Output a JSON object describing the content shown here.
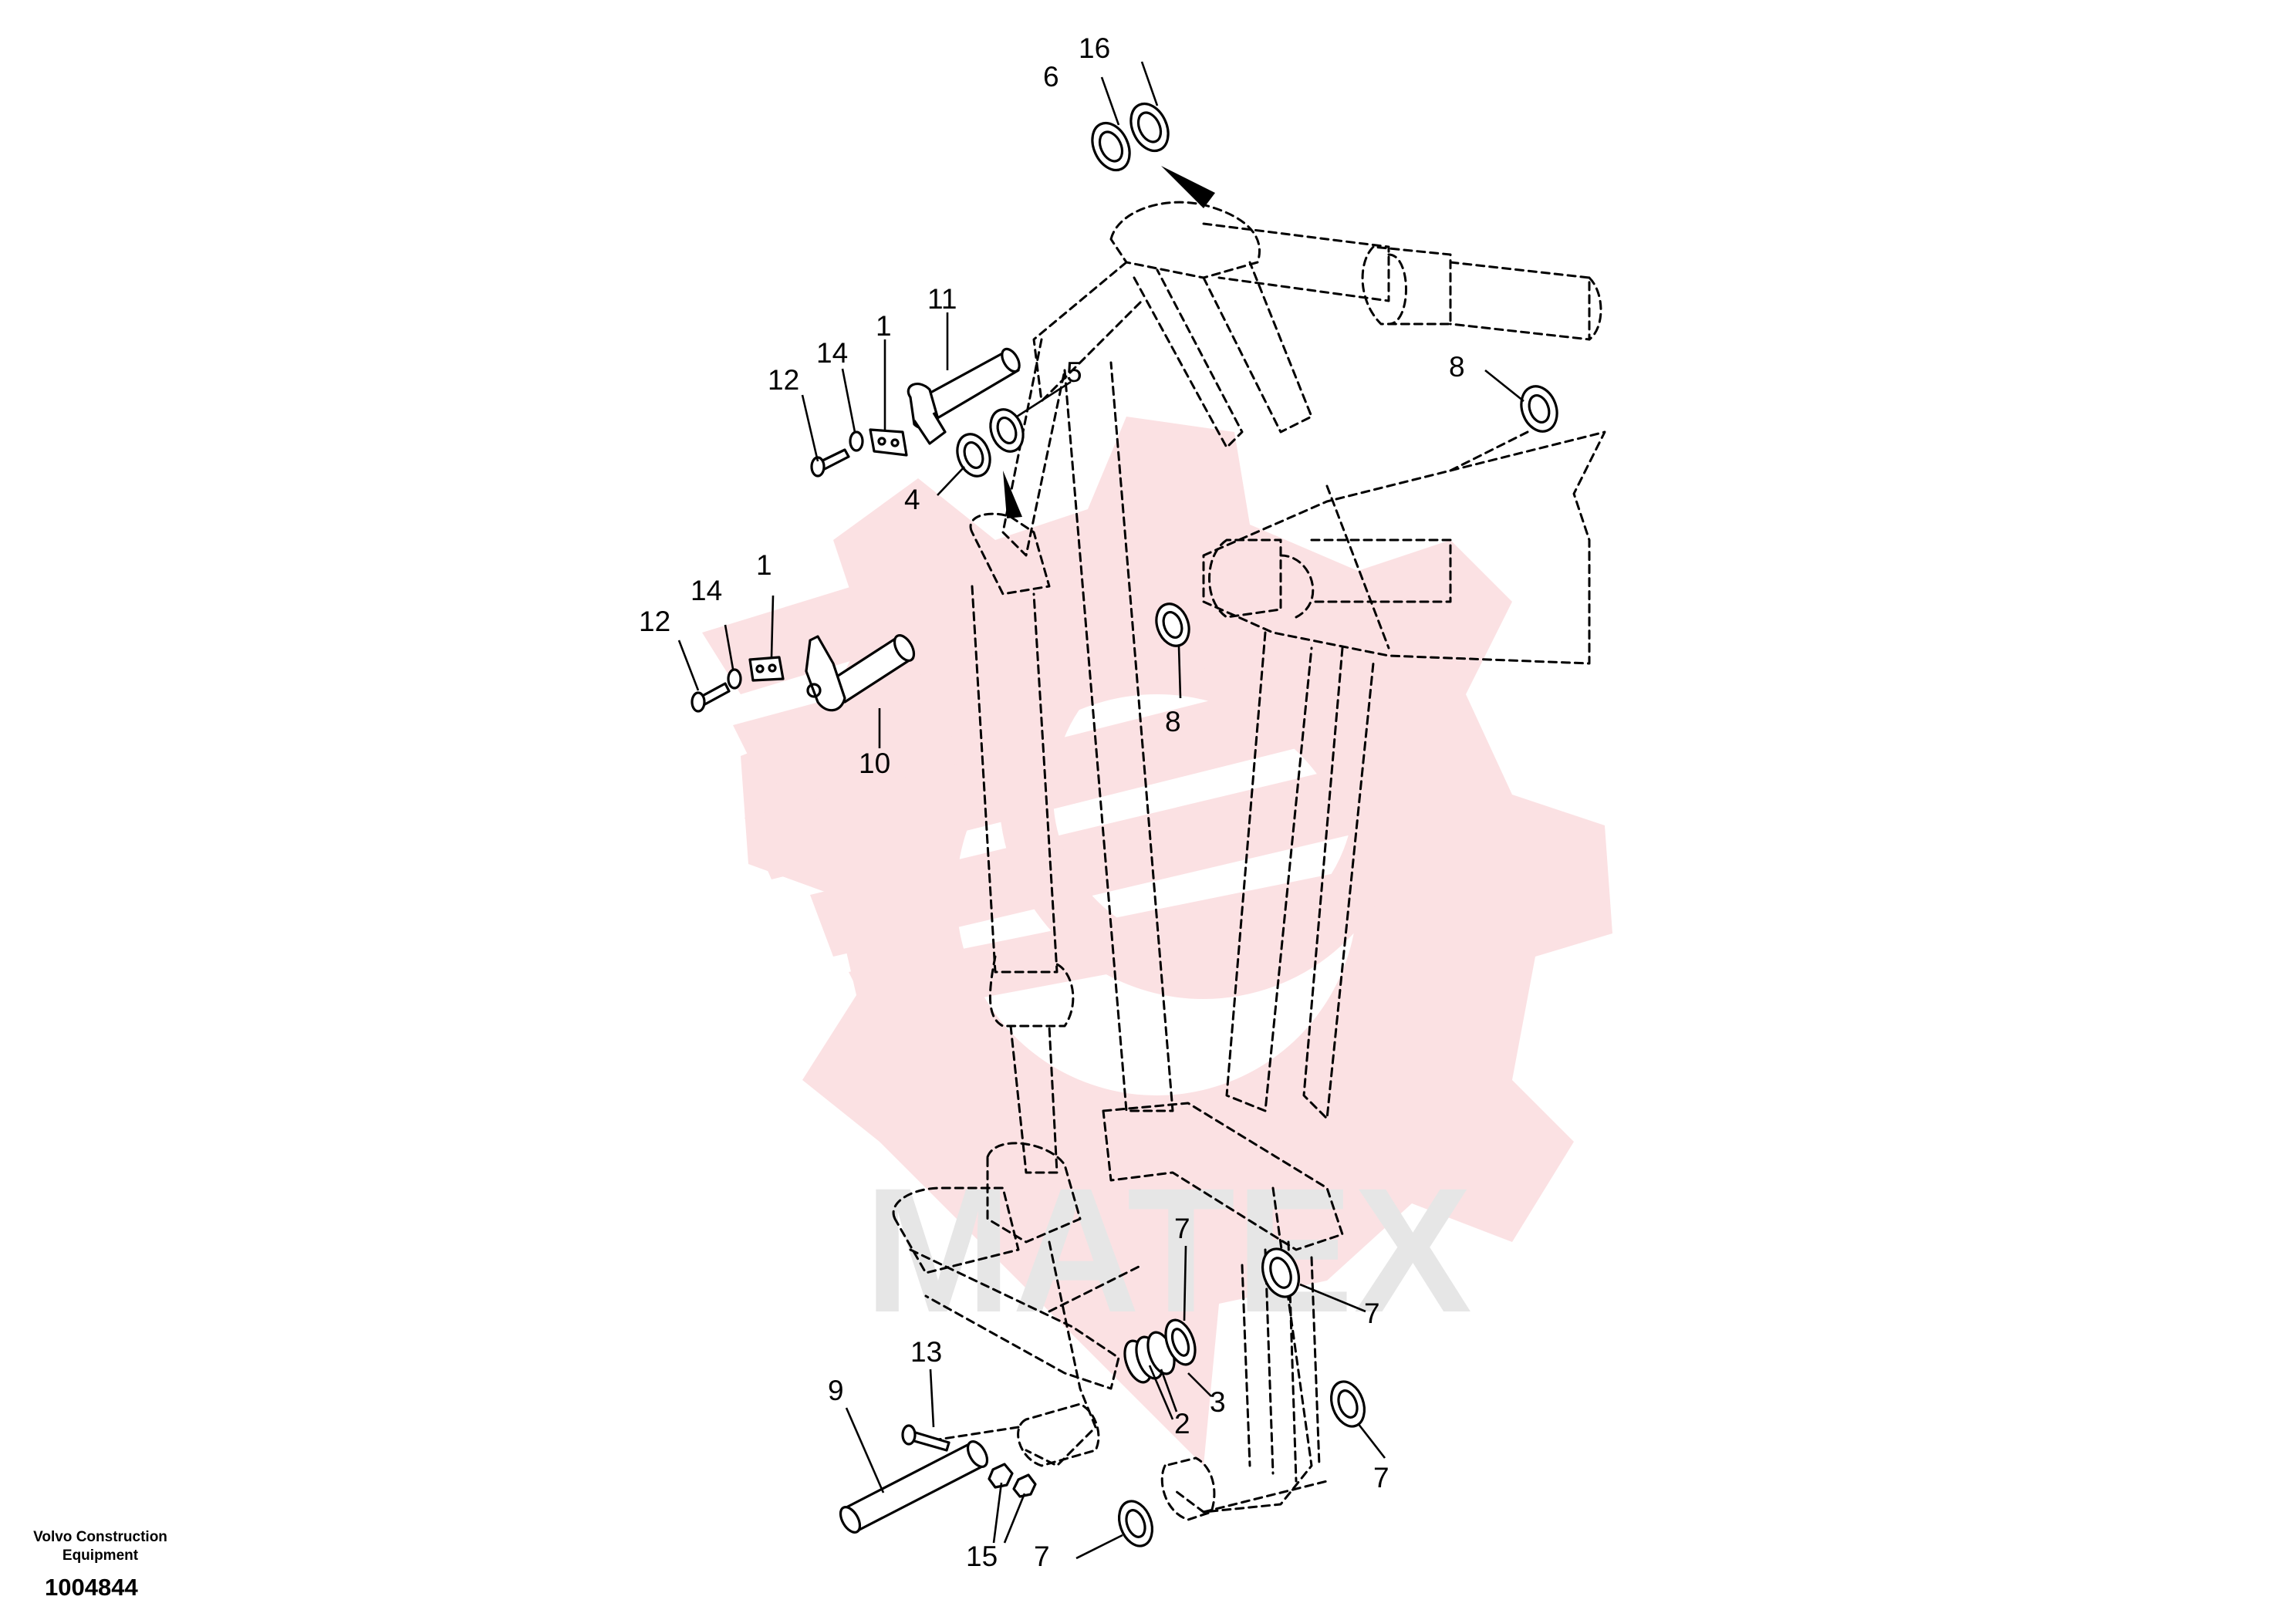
{
  "watermark": {
    "text": "MATEX",
    "logo_color": "#fbe1e3",
    "text_color": "#e6e6e6"
  },
  "callouts": [
    {
      "id": "c16",
      "label": "16"
    },
    {
      "id": "c6",
      "label": "6"
    },
    {
      "id": "c11",
      "label": "11"
    },
    {
      "id": "c14a",
      "label": "14"
    },
    {
      "id": "c1a",
      "label": "1"
    },
    {
      "id": "c12a",
      "label": "12"
    },
    {
      "id": "c5",
      "label": "5"
    },
    {
      "id": "c4",
      "label": "4"
    },
    {
      "id": "c8a",
      "label": "8"
    },
    {
      "id": "c14b",
      "label": "14"
    },
    {
      "id": "c1b",
      "label": "1"
    },
    {
      "id": "c12b",
      "label": "12"
    },
    {
      "id": "c10",
      "label": "10"
    },
    {
      "id": "c8b",
      "label": "8"
    },
    {
      "id": "c7a",
      "label": "7"
    },
    {
      "id": "c7b",
      "label": "7"
    },
    {
      "id": "c13",
      "label": "13"
    },
    {
      "id": "c9",
      "label": "9"
    },
    {
      "id": "c3",
      "label": "3"
    },
    {
      "id": "c2",
      "label": "2"
    },
    {
      "id": "c7c",
      "label": "7"
    },
    {
      "id": "c15",
      "label": "15"
    },
    {
      "id": "c7d",
      "label": "7"
    }
  ],
  "footer": {
    "company_line1": "Volvo Construction",
    "company_line2": "Equipment",
    "drawing_number": "1004844"
  }
}
